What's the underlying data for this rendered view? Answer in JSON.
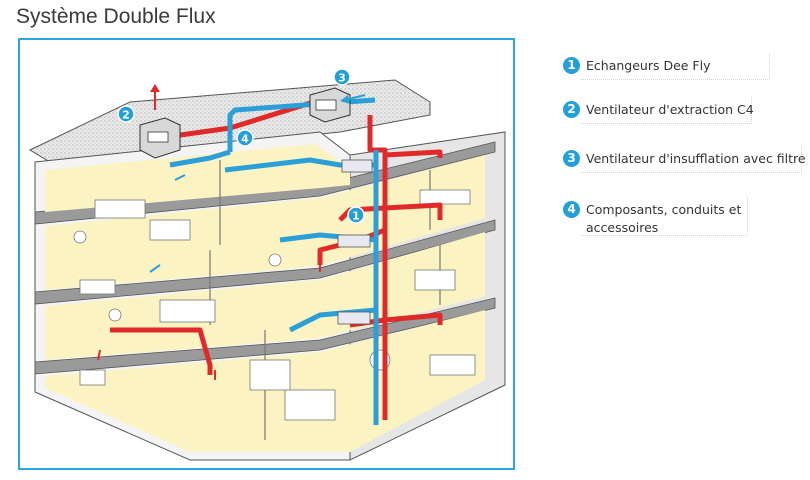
{
  "title": "Système Double Flux",
  "colors": {
    "accent": "#2aa8de",
    "extract_duct": "#e02a2a",
    "supply_duct": "#2a9fd8",
    "room_fill": "#fbf3c2"
  },
  "legend": [
    {
      "num": "1",
      "label": "Echangeurs Dee Fly"
    },
    {
      "num": "2",
      "label": "Ventilateur d'extraction C4"
    },
    {
      "num": "3",
      "label": "Ventilateur d'insufflation avec filtre"
    },
    {
      "num": "4",
      "label": "Composants, conduits et accessoires"
    }
  ],
  "diagram": {
    "markers": [
      "1",
      "2",
      "3",
      "4"
    ]
  }
}
